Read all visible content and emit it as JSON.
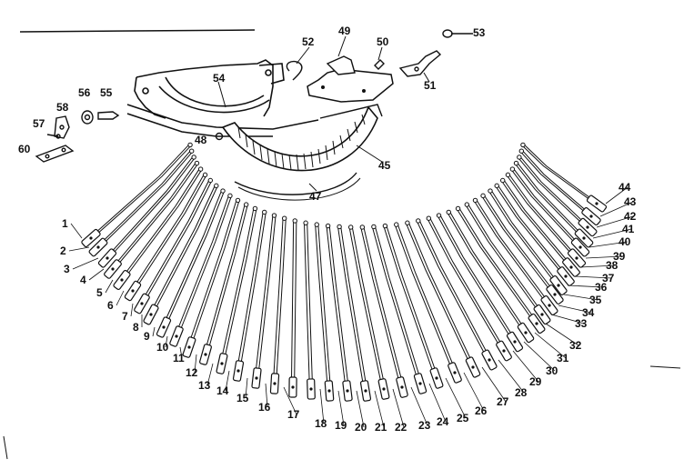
{
  "parts": {
    "upper": [
      {
        "id": "p1",
        "label": "49"
      },
      {
        "id": "p2",
        "label": "50"
      },
      {
        "id": "p3",
        "label": "52"
      },
      {
        "id": "p4",
        "label": "53"
      },
      {
        "id": "p5",
        "label": "51"
      },
      {
        "id": "p6",
        "label": "54"
      },
      {
        "id": "p7",
        "label": "56"
      },
      {
        "id": "p8",
        "label": "55"
      },
      {
        "id": "p9",
        "label": "58"
      },
      {
        "id": "p10",
        "label": "57"
      },
      {
        "id": "p11",
        "label": "60"
      },
      {
        "id": "p12",
        "label": "48"
      },
      {
        "id": "p13",
        "label": "45"
      },
      {
        "id": "p14",
        "label": "47"
      }
    ],
    "typebars": [
      "1",
      "2",
      "3",
      "4",
      "5",
      "6",
      "7",
      "8",
      "9",
      "10",
      "11",
      "12",
      "13",
      "14",
      "15",
      "16",
      "17",
      "18",
      "19",
      "20",
      "21",
      "22",
      "23",
      "24",
      "25",
      "26",
      "27",
      "28",
      "29",
      "30",
      "31",
      "32",
      "33",
      "34",
      "35",
      "36",
      "37",
      "38",
      "39",
      "40",
      "41",
      "42",
      "43",
      "44"
    ]
  },
  "colors": {
    "ink": "#111111",
    "paper": "#ffffff"
  }
}
